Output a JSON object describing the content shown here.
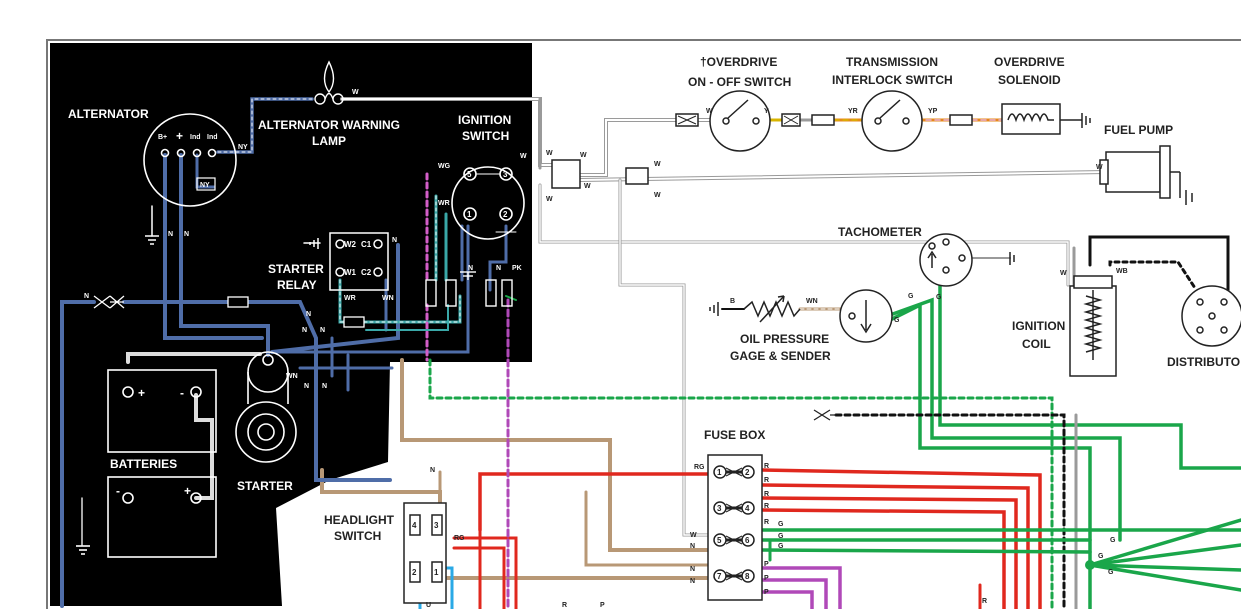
{
  "labels": {
    "alternator": "ALTERNATOR",
    "alt_warning_1": "ALTERNATOR WARNING",
    "alt_warning_2": "LAMP",
    "ignition_1": "IGNITION",
    "ignition_2": "SWITCH",
    "starter_relay_1": "STARTER",
    "starter_relay_2": "RELAY",
    "batteries": "BATTERIES",
    "starter": "STARTER",
    "headlight_1": "HEADLIGHT",
    "headlight_2": "SWITCH",
    "overdrive_sw_1": "†OVERDRIVE",
    "overdrive_sw_2": "ON - OFF SWITCH",
    "trans_1": "TRANSMISSION",
    "trans_2": "INTERLOCK SWITCH",
    "solenoid_1": "OVERDRIVE",
    "solenoid_2": "SOLENOID",
    "fuel_pump": "FUEL PUMP",
    "tachometer": "TACHOMETER",
    "oil_1": "OIL PRESSURE",
    "oil_2": "GAGE & SENDER",
    "coil_1": "IGNITION",
    "coil_2": "COIL",
    "distributor": "DISTRIBUTO",
    "fuse_box": "FUSE BOX"
  },
  "wire_codes": {
    "W": "W",
    "Y": "Y",
    "YR": "YR",
    "YP": "YP",
    "N": "N",
    "NY": "NY",
    "WG": "WG",
    "WR": "WR",
    "WN": "WN",
    "PK": "PK",
    "RG": "RG",
    "R": "R",
    "G": "G",
    "P": "P",
    "B": "B",
    "U": "U",
    "WB": "WB"
  },
  "pins": {
    "alt_bplus": "B+",
    "alt_plus": "+",
    "alt_ind1": "Ind",
    "alt_ind2": "Ind",
    "relay_w2": "W2",
    "relay_c1": "C1",
    "relay_w1": "W1",
    "relay_c2": "C2",
    "ign_5": "5",
    "ign_3": "3",
    "ign_1": "1",
    "ign_2": "2",
    "hl_4": "4",
    "hl_3": "3",
    "hl_2": "2",
    "hl_1": "1",
    "fuse_1": "1",
    "fuse_2": "2",
    "fuse_3": "3",
    "fuse_4": "4",
    "fuse_5": "5",
    "fuse_6": "6",
    "fuse_7": "7",
    "fuse_8": "8",
    "bat_plus": "+",
    "bat_minus": "-"
  },
  "colors": {
    "navy": "#4f6da8",
    "tan": "#b89876",
    "red": "#e0281e",
    "green": "#1aa64a",
    "purple": "#b049b8",
    "lightblue": "#2aa9e6",
    "yellow": "#d8b400",
    "orange": "#e6881a",
    "gray": "#9a9a9a",
    "black": "#111111"
  }
}
